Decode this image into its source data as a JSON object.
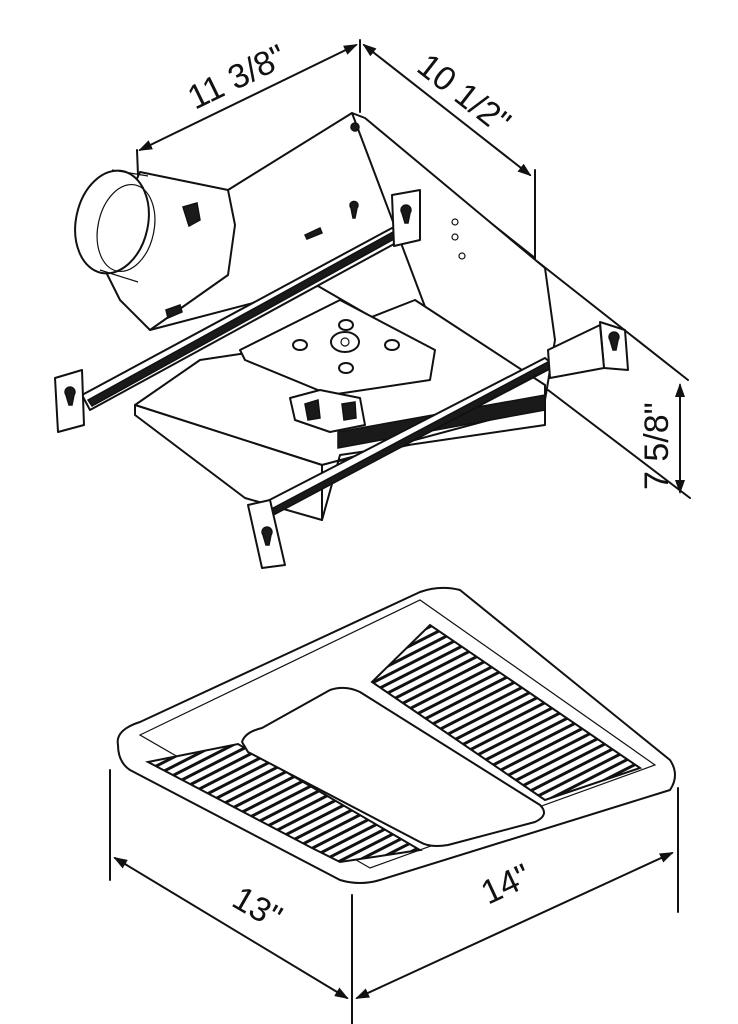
{
  "diagram": {
    "housing": {
      "dimensions": {
        "width": "11 3/8\"",
        "depth": "10 1/2\"",
        "height": "7 5/8\""
      }
    },
    "grille": {
      "dimensions": {
        "width": "13\"",
        "length": "14\""
      }
    }
  }
}
